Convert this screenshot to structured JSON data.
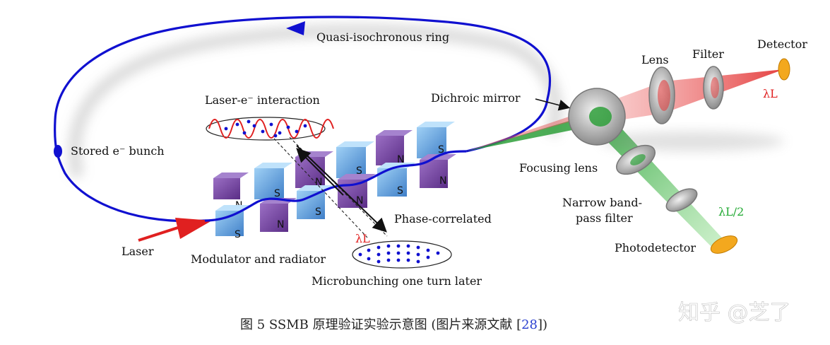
{
  "labels": {
    "ring": "Quasi-isochronous ring",
    "stored_bunch": "Stored e⁻ bunch",
    "laser_interaction": "Laser-e⁻ interaction",
    "dichroic_mirror": "Dichroic mirror",
    "lens": "Lens",
    "filter": "Filter",
    "detector": "Detector",
    "lambda_l_top": "λL",
    "focusing_lens": "Focusing lens",
    "narrow_band_1": "Narrow band-",
    "narrow_band_2": "pass filter",
    "lambda_l_half": "λL/2",
    "photodetector": "Photodetector",
    "phase_correlated": "Phase-correlated",
    "lambda_l_mid": "λL",
    "laser": "Laser",
    "modulator": "Modulator and radiator",
    "microbunching": "Microbunching one turn later"
  },
  "magnets": {
    "n": "N",
    "s": "S"
  },
  "caption": {
    "prefix": "图 5    SSMB 原理验证实验示意图 (图片来源文献 [",
    "ref": "28",
    "suffix": "])"
  },
  "watermark": "知乎 @芝了",
  "colors": {
    "ring": "#1010d0",
    "laser_red": "#e02020",
    "beam_green": "#22aa33",
    "magnet_n": "#6a3d9a",
    "magnet_s": "#4d8fd6"
  }
}
